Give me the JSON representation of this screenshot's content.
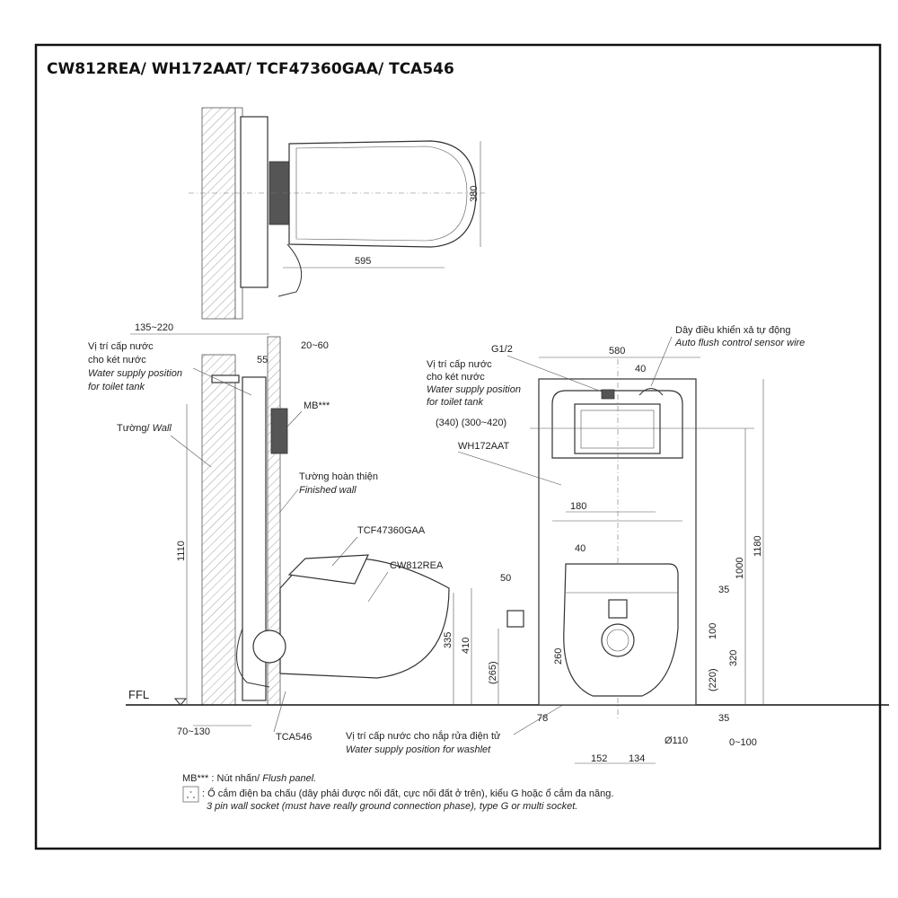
{
  "title": "CW812REA/ WH172AAT/ TCF47360GAA/ TCA546",
  "top_view": {
    "dim_width": "380",
    "dim_depth": "595"
  },
  "side_view": {
    "dim_wall_range": "135~220",
    "dim_finish_range": "20~60",
    "dim_55": "55",
    "water_supply_vi_1": "Vị trí cấp nước",
    "water_supply_vi_2": "cho két nước",
    "water_supply_en_1": "Water supply position",
    "water_supply_en_2": "for toilet tank",
    "wall_label_vi": "Tường/",
    "wall_label_en": "Wall",
    "mb_label": "MB***",
    "finished_wall_vi": "Tường hoàn thiện",
    "finished_wall_en": "Finished wall",
    "seat_model": "TCF47360GAA",
    "bowl_model": "CW812REA",
    "dim_1110": "1110",
    "dim_335": "335",
    "dim_410": "410",
    "dim_265": "(265)",
    "dim_50": "50",
    "ffl": "FFL",
    "dim_70_130": "70~130",
    "bracket_model": "TCA546",
    "washlet_supply_vi": "Vị trí cấp nước cho nắp rửa điện tử",
    "washlet_supply_en": "Water supply position for washlet"
  },
  "front_view": {
    "g12": "G1/2",
    "sensor_vi": "Dây điều khiển xả tự động",
    "sensor_en": "Auto flush control sensor wire",
    "dim_580": "580",
    "dim_40_top": "40",
    "water_supply_vi_1": "Vị trí cấp nước",
    "water_supply_vi_2": "cho két nước",
    "water_supply_en_1": "Water supply position",
    "water_supply_en_2": "for toilet tank",
    "dim_340": "(340) (300~420)",
    "frame_model": "WH172AAT",
    "dim_180": "180",
    "dim_40_mid": "40",
    "dim_1180": "1180",
    "dim_1000": "1000",
    "dim_35_top": "35",
    "dim_100": "100",
    "dim_320": "320",
    "dim_220": "(220)",
    "dim_260": "260",
    "dim_78": "78",
    "dim_35_bottom": "35",
    "dim_0_100": "0~100",
    "dim_110": "Ø110",
    "dim_152": "152",
    "dim_134": "134"
  },
  "legend": {
    "mb_key": "MB***",
    "mb_text_vi": ": Nút nhấn/",
    "mb_text_en": "Flush panel.",
    "socket_vi": ": Ổ cắm điện ba chấu (dây phải được nối đất, cực nối đất ở trên), kiểu G hoặc ổ cắm đa năng.",
    "socket_en": "3 pin wall socket (must have really ground connection phase), type G or multi socket."
  }
}
